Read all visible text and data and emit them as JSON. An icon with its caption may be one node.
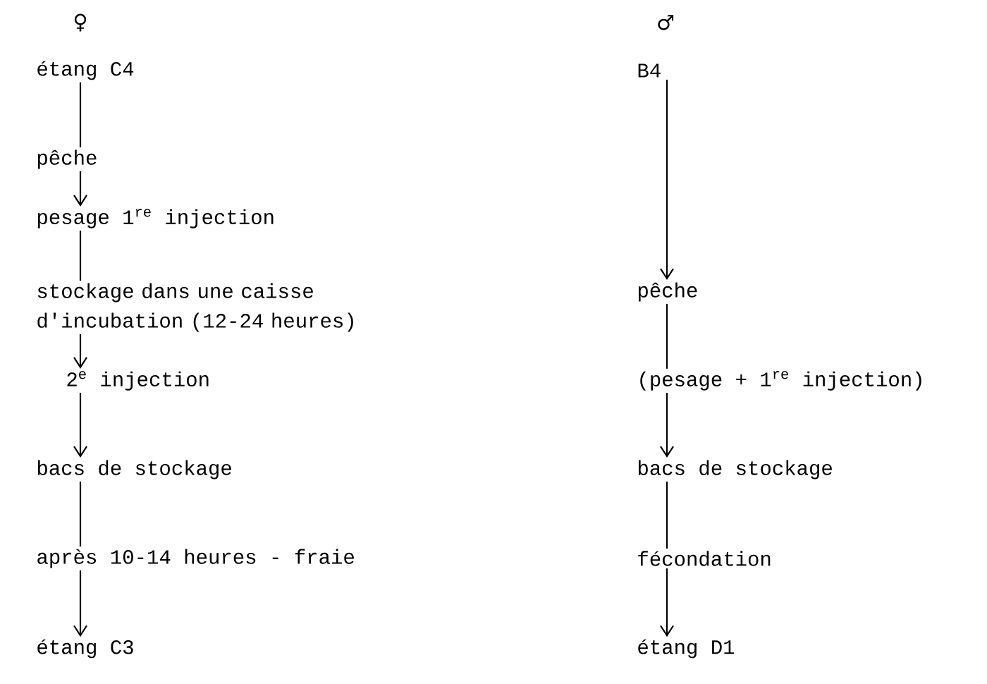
{
  "diagram": {
    "nodes": [
      {
        "text": [
          "étang C4"
        ]
      },
      {
        "text": [
          "pêche"
        ]
      },
      {
        "text": [
          "pesage 1$^{re}$ injection"
        ]
      },
      {
        "text": [
          "stockage dans une caisse d'incubation (12-24 heures)"
        ]
      },
      {
        "text": [
          "2$^{e}$ injection"
        ]
      },
      {
        "text": [
          "bacs de stockage"
        ]
      },
      {
        "text": [
          "après 10-14 heures - fraie"
        ]
      },
      {
        "text": [
          "étang C3"
        ]
      },
      {
        "text": [
          "B4"
        ]
      },
      {
        "text": [
          "pêche"
        ]
      },
      {
        "text": [
          "(pesage + 1$^{re}$ injection)"
        ]
      },
      {
        "text": [
          "bacs de stockage"
        ]
      },
      {
        "text": [
          "fécondation"
        ]
      },
      {
        "text": [
          "étang D1"
        ]
      }
    ],
    "edges": [
      {
        "from": 0,
        "to": 1,
        "arrow": "none"
      },
      {
        "from": 1,
        "to": 2,
        "arrow": "to"
      },
      {
        "from": 2,
        "to": 3,
        "arrow": "none"
      },
      {
        "from": 3,
        "to": 4,
        "arrow": "to"
      },
      {
        "from": 4,
        "to": 5,
        "arrow": "to"
      },
      {
        "from": 5,
        "to": 6,
        "arrow": "none"
      },
      {
        "from": 6,
        "to": 7,
        "arrow": "to"
      },
      {
        "from": 8,
        "to": 9,
        "arrow": "to"
      },
      {
        "from": 9,
        "to": 10,
        "arrow": "none"
      },
      {
        "from": 10,
        "to": 11,
        "arrow": "to"
      },
      {
        "from": 11,
        "to": 12,
        "arrow": "none"
      },
      {
        "from": 12,
        "to": 13,
        "arrow": "to"
      }
    ],
    "labels": [
      "♀",
      "♂"
    ]
  }
}
